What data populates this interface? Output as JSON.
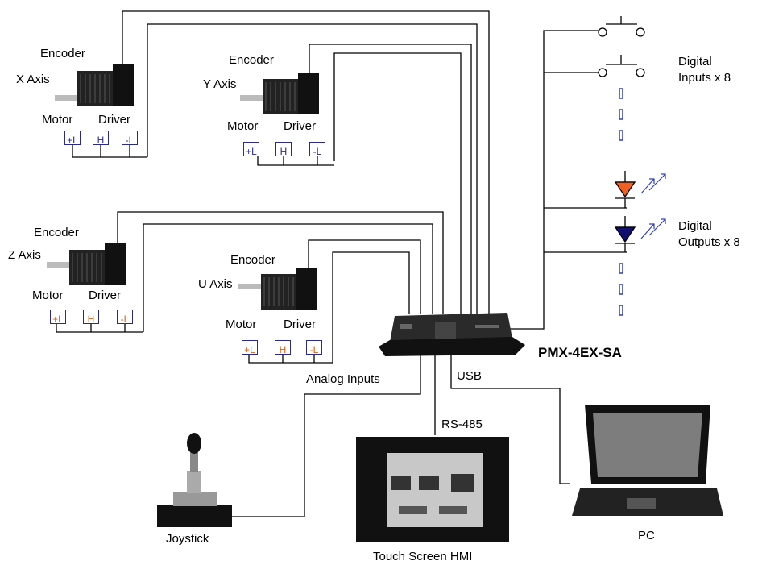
{
  "axes": [
    {
      "encoder": "Encoder",
      "axis": "X Axis",
      "motor": "Motor",
      "driver": "Driver",
      "switches": [
        "+L",
        "H",
        "-L"
      ],
      "switch_color": "blue"
    },
    {
      "encoder": "Encoder",
      "axis": "Y Axis",
      "motor": "Motor",
      "driver": "Driver",
      "switches": [
        "+L",
        "H",
        "-L"
      ],
      "switch_color": "blue"
    },
    {
      "encoder": "Encoder",
      "axis": "Z Axis",
      "motor": "Motor",
      "driver": "Driver",
      "switches": [
        "+L",
        "H",
        "-L"
      ],
      "switch_color": "orange"
    },
    {
      "encoder": "Encoder",
      "axis": "U Axis",
      "motor": "Motor",
      "driver": "Driver",
      "switches": [
        "+L",
        "H",
        "-L"
      ],
      "switch_color": "orange"
    }
  ],
  "io": {
    "digital_inputs": [
      "Digital",
      "Inputs x 8"
    ],
    "digital_outputs": [
      "Digital",
      "Outputs x 8"
    ]
  },
  "controller": {
    "name": "PMX-4EX-SA"
  },
  "connections": {
    "analog": "Analog Inputs",
    "usb": "USB",
    "rs485": "RS-485"
  },
  "devices": {
    "joystick": "Joystick",
    "hmi": "Touch Screen HMI",
    "pc": "PC"
  },
  "colors": {
    "blue": "#2a2a9a",
    "orange": "#e06010",
    "led_out1": "#f06020",
    "led_out2": "#101070",
    "dash": "#3040c0"
  }
}
